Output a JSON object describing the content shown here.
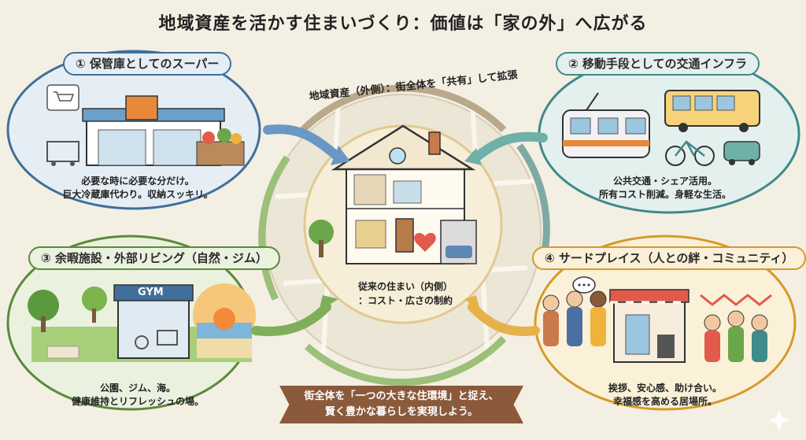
{
  "title": "地域資産を活かす住まいづくり：価値は「家の外」へ広がる",
  "outer_ring_label": "地域資産（外側）：街全体を「共有」して拡張",
  "center": {
    "line1": "従来の住まい（内側）",
    "line2": "：コスト・広さの制約"
  },
  "nodes": [
    {
      "tag": "① 保管庫としてのスーパー",
      "desc1": "必要な時に必要な分だけ。",
      "desc2": "巨大冷蔵庫代わり。収納スッキリ。",
      "color": "#3f6f9a"
    },
    {
      "tag": "② 移動手段としての交通インフラ",
      "desc1": "公共交通・シェア活用。",
      "desc2": "所有コスト削減。身軽な生活。",
      "color": "#3f8a8a"
    },
    {
      "tag": "③ 余暇施設・外部リビング（自然・ジム）",
      "desc1": "公園、ジム、海。",
      "desc2": "健康維持とリフレッシュの場。",
      "color": "#5a8a3c",
      "gym_sign": "GYM"
    },
    {
      "tag": "④ サードプレイス（人との絆・コミュニティ）",
      "desc1": "挨拶、安心感、助け合い。",
      "desc2": "幸福感を高める居場所。",
      "color": "#d59a2a"
    }
  ],
  "banner": {
    "line1": "街全体を「一つの大きな住環境」と捉え、",
    "line2": "賢く豊かな暮らしを実現しよう。"
  }
}
